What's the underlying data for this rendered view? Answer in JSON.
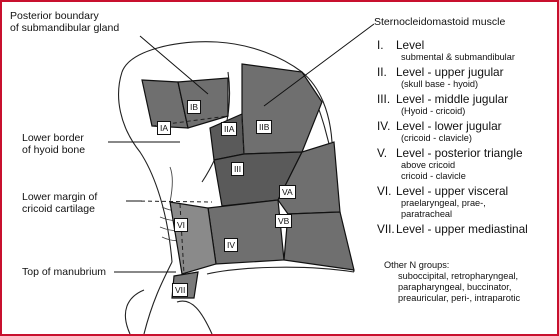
{
  "callouts": {
    "posterior_boundary": [
      "Posterior boundary",
      "of submandibular gland"
    ],
    "scm": "Sternocleidomastoid muscle",
    "hyoid": [
      "Lower border",
      "of hyoid bone"
    ],
    "cricoid": [
      "Lower margin of",
      "cricoid cartilage"
    ],
    "manubrium": "Top of manubrium"
  },
  "region_labels": {
    "ia": "IA",
    "ib": "IB",
    "iia": "IIA",
    "iib": "IIB",
    "iii": "III",
    "iv": "IV",
    "va": "VA",
    "vb": "VB",
    "vi": "VI",
    "vii": "VII"
  },
  "legend": [
    {
      "num": "I.",
      "title": "Level",
      "sub": [
        "submental & submandibular"
      ]
    },
    {
      "num": "II.",
      "title": "Level - upper  jugular",
      "sub": [
        "(skull base - hyoid)"
      ]
    },
    {
      "num": "III.",
      "title": "Level - middle jugular",
      "sub": [
        "(Hyoid - cricoid)"
      ]
    },
    {
      "num": "IV.",
      "title": "Level - lower jugular",
      "sub": [
        "(cricoid - clavicle)"
      ]
    },
    {
      "num": "V.",
      "title": "Level - posterior triangle",
      "sub": [
        "above cricoid",
        "cricoid - clavicle"
      ]
    },
    {
      "num": "VI.",
      "title": "Level  - upper visceral",
      "sub": [
        "praelaryngeal, prae-,",
        "paratracheal"
      ]
    },
    {
      "num": "VII.",
      "title": "Level  - upper mediastinal",
      "sub": []
    }
  ],
  "other_groups": {
    "title": "Other N groups:",
    "lines": [
      "suboccipital, retropharyngeal,",
      "parapharyngeal, buccinator,",
      "preauricular, peri-, intraparotic"
    ]
  },
  "colors": {
    "border": "#c8102e",
    "region_fill": "#6f6f6f",
    "region_dark": "#5a5a5a",
    "line": "#111111",
    "label_box": "#ffffff"
  }
}
